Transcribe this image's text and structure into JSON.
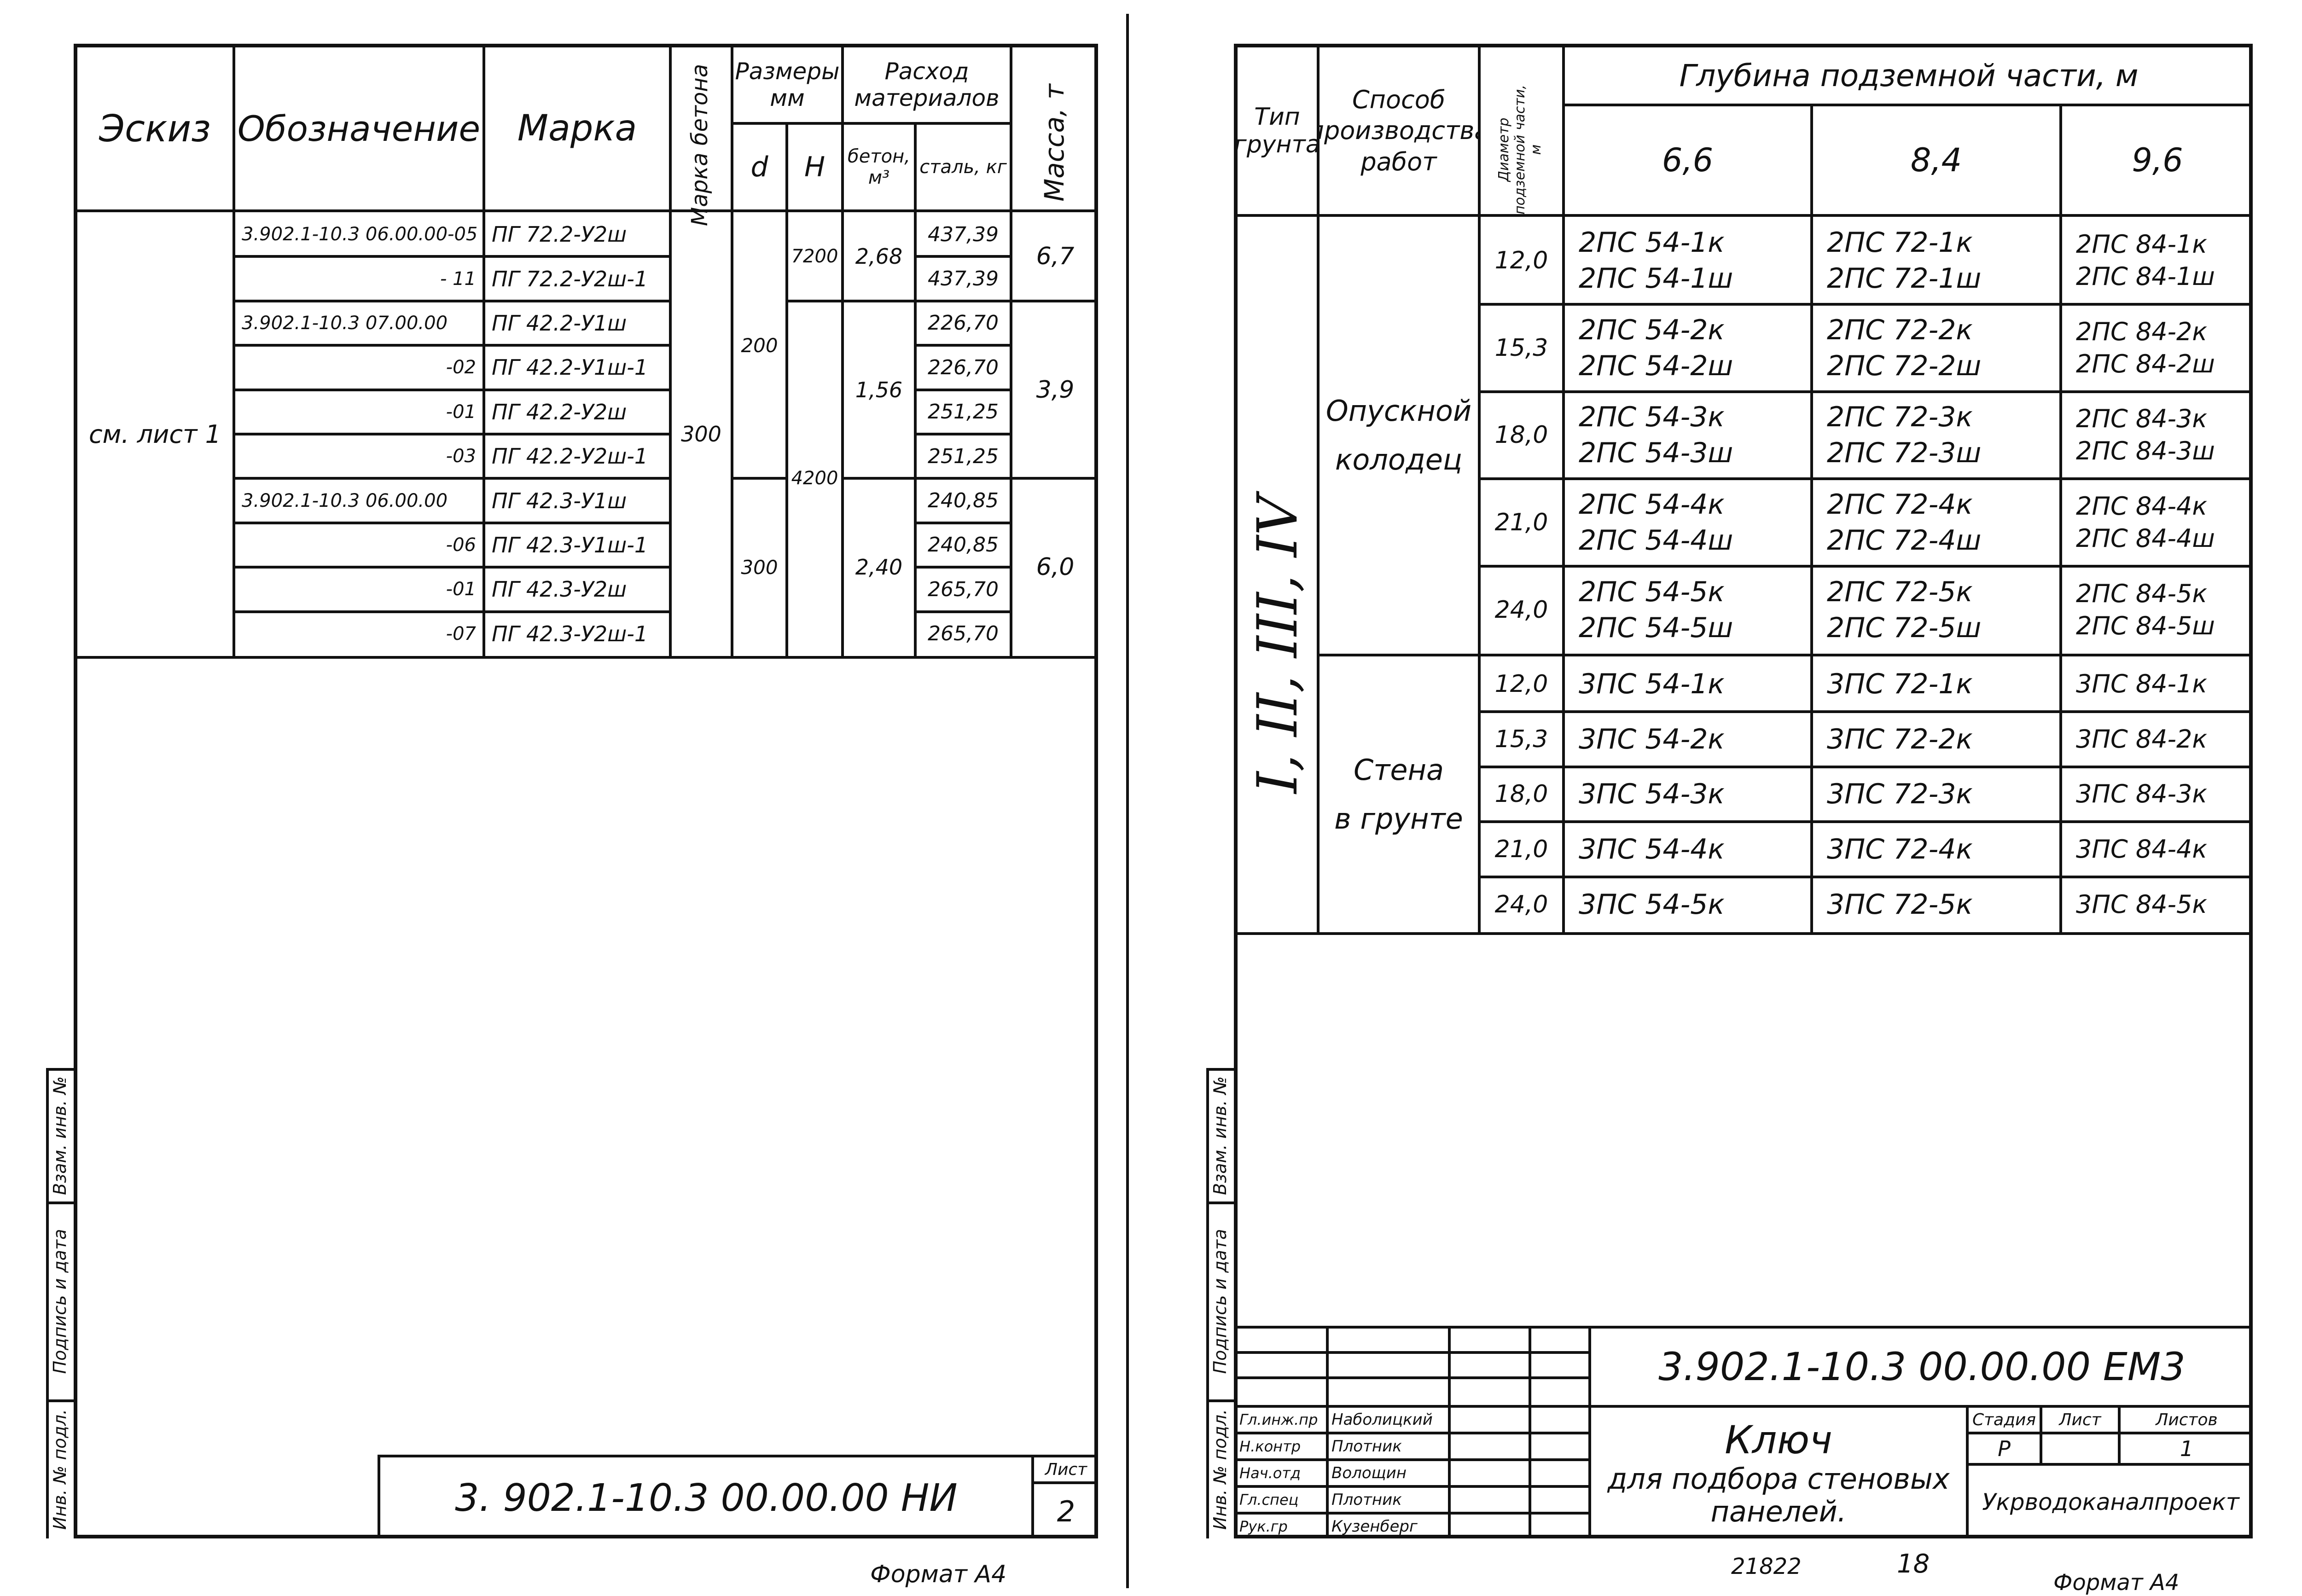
{
  "left_sheet": {
    "headers": {
      "sketch": "Эскиз",
      "designation": "Обозначение",
      "mark": "Марка",
      "concrete": "Марка бетона",
      "dims": "Размеры мм",
      "d": "d",
      "h": "H",
      "consumption": "Расход материалов",
      "concrete_m3": "бетон, м³",
      "steel_kg": "сталь, кг",
      "mass": "Масса, т"
    },
    "sketch_ref": "см. лист 1",
    "concrete_grade": "300",
    "rows": [
      {
        "designation": "3.902.1-10.3 06.00.00-05",
        "mark": "ПГ 72.2-У2ш",
        "steel": "437,39"
      },
      {
        "designation": "- 11",
        "mark": "ПГ 72.2-У2ш-1",
        "steel": "437,39"
      },
      {
        "designation": "3.902.1-10.3 07.00.00",
        "mark": "ПГ 42.2-У1ш",
        "steel": "226,70"
      },
      {
        "designation": "-02",
        "mark": "ПГ 42.2-У1ш-1",
        "steel": "226,70"
      },
      {
        "designation": "-01",
        "mark": "ПГ 42.2-У2ш",
        "steel": "251,25"
      },
      {
        "designation": "-03",
        "mark": "ПГ 42.2-У2ш-1",
        "steel": "251,25"
      },
      {
        "designation": "3.902.1-10.3 06.00.00",
        "mark": "ПГ 42.3-У1ш",
        "steel": "240,85"
      },
      {
        "designation": "-06",
        "mark": "ПГ 42.3-У1ш-1",
        "steel": "240,85"
      },
      {
        "designation": "-01",
        "mark": "ПГ 42.3-У2ш",
        "steel": "265,70"
      },
      {
        "designation": "-07",
        "mark": "ПГ 42.3-У2ш-1",
        "steel": "265,70"
      }
    ],
    "groups": [
      {
        "d": "200",
        "h": "7200",
        "concrete": "2,68",
        "mass": "6,7"
      },
      {
        "d": "200",
        "h": "4200",
        "concrete": "1,56",
        "mass": "3,9"
      },
      {
        "d": "300",
        "h": "4200",
        "concrete": "2,40",
        "mass": "6,0"
      }
    ],
    "stamp_code": "3. 902.1-10.3  00.00.00 НИ",
    "sheet_label": "Лист",
    "sheet_number": "2",
    "side_labels": [
      "Инв. № подл.",
      "Подпись и дата",
      "Взам. инв. №"
    ],
    "format": "Формат А4"
  },
  "right_sheet": {
    "headers": {
      "soil_type": "Тип грунта",
      "method": "Способ производства работ",
      "diameter": "Диаметр подземной части, м",
      "depth": "Глубина подземной части, м",
      "d1": "6,6",
      "d2": "8,4",
      "d3": "9,6"
    },
    "soil_types": "I, II, III, IV",
    "methods": [
      {
        "name1": "Опускной",
        "name2": "колодец"
      },
      {
        "name1": "Стена",
        "name2": "в грунте"
      }
    ],
    "rows": [
      {
        "dia": "12,0",
        "c1": [
          "2ПС 54-1к",
          "2ПС 54-1ш"
        ],
        "c2": [
          "2ПС 72-1к",
          "2ПС 72-1ш"
        ],
        "c3": [
          "2ПС 84-1к",
          "2ПС 84-1ш"
        ]
      },
      {
        "dia": "15,3",
        "c1": [
          "2ПС 54-2к",
          "2ПС 54-2ш"
        ],
        "c2": [
          "2ПС 72-2к",
          "2ПС 72-2ш"
        ],
        "c3": [
          "2ПС 84-2к",
          "2ПС 84-2ш"
        ]
      },
      {
        "dia": "18,0",
        "c1": [
          "2ПС 54-3к",
          "2ПС 54-3ш"
        ],
        "c2": [
          "2ПС 72-3к",
          "2ПС 72-3ш"
        ],
        "c3": [
          "2ПС 84-3к",
          "2ПС 84-3ш"
        ]
      },
      {
        "dia": "21,0",
        "c1": [
          "2ПС 54-4к",
          "2ПС 54-4ш"
        ],
        "c2": [
          "2ПС 72-4к",
          "2ПС 72-4ш"
        ],
        "c3": [
          "2ПС 84-4к",
          "2ПС 84-4ш"
        ]
      },
      {
        "dia": "24,0",
        "c1": [
          "2ПС 54-5к",
          "2ПС 54-5ш"
        ],
        "c2": [
          "2ПС 72-5к",
          "2ПС 72-5ш"
        ],
        "c3": [
          "2ПС 84-5к",
          "2ПС 84-5ш"
        ]
      },
      {
        "dia": "12,0",
        "c1": [
          "3ПС 54-1к"
        ],
        "c2": [
          "3ПС 72-1к"
        ],
        "c3": [
          "3ПС 84-1к"
        ]
      },
      {
        "dia": "15,3",
        "c1": [
          "3ПС 54-2к"
        ],
        "c2": [
          "3ПС 72-2к"
        ],
        "c3": [
          "3ПС 84-2к"
        ]
      },
      {
        "dia": "18,0",
        "c1": [
          "3ПС 54-3к"
        ],
        "c2": [
          "3ПС 72-3к"
        ],
        "c3": [
          "3ПС 84-3к"
        ]
      },
      {
        "dia": "21,0",
        "c1": [
          "3ПС 54-4к"
        ],
        "c2": [
          "3ПС 72-4к"
        ],
        "c3": [
          "3ПС 84-4к"
        ]
      },
      {
        "dia": "24,0",
        "c1": [
          "3ПС 54-5к"
        ],
        "c2": [
          "3ПС 72-5к"
        ],
        "c3": [
          "3ПС 84-5к"
        ]
      }
    ],
    "title_block": {
      "code": "3.902.1-10.3  00.00.00 ЕМ3",
      "roles": [
        "Гл.инж.пр",
        "Н.контр",
        "Нач.отд",
        "Гл.спец",
        "Рук.гр"
      ],
      "names": [
        "Наболицкий",
        "Плотник",
        "Волощин",
        "Плотник",
        "Кузенберг"
      ],
      "title1": "Ключ",
      "title2": "для подбора стеновых",
      "title3": "панелей.",
      "stage_label": "Стадия",
      "sheet_label": "Лист",
      "sheets_label": "Листов",
      "stage": "Р",
      "sheets": "1",
      "org": "Укрводоканалпроект"
    },
    "side_labels": [
      "Инв. № подл.",
      "Подпись и дата",
      "Взам. инв. №"
    ],
    "bottom_number": "21822",
    "bottom_page": "18",
    "format": "Формат А4"
  }
}
